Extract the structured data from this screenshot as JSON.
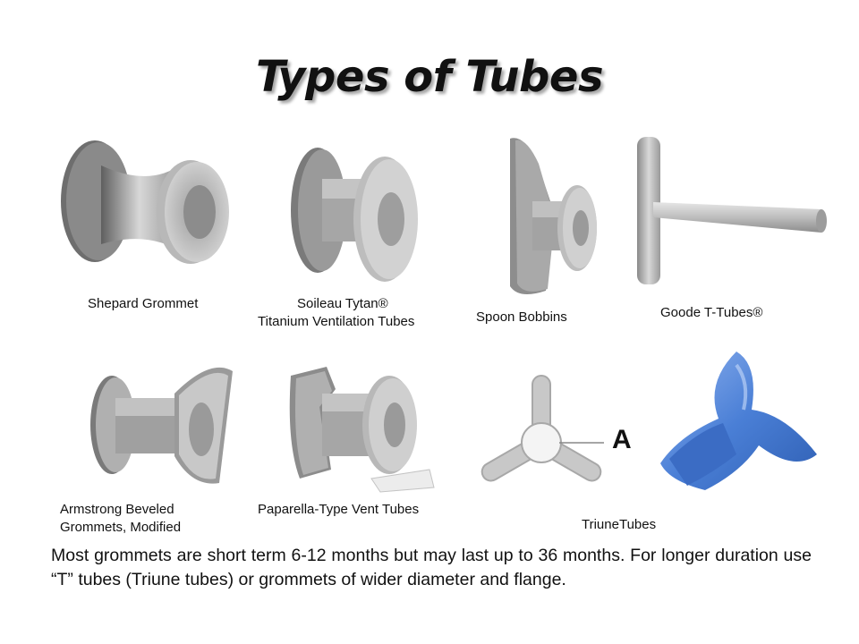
{
  "title": "Types of Tubes",
  "items": {
    "shepard": {
      "label": "Shepard Grommet"
    },
    "soileau": {
      "line1": "Soileau Tytan®",
      "line2": "Titanium Ventilation Tubes"
    },
    "spoon": {
      "label": "Spoon Bobbins"
    },
    "goode": {
      "label": "Goode T-Tubes®"
    },
    "armstrong": {
      "line1": "Armstrong Beveled",
      "line2": "Grommets, Modified"
    },
    "paparella": {
      "label": "Paparella-Type Vent Tubes"
    },
    "triune": {
      "label": "TriuneTubes",
      "marker": "A"
    }
  },
  "body_text": "Most grommets are short term 6-12 months but may last up to 36 months. For longer duration use “T” tubes (Triune tubes) or grommets of wider diameter and flange.",
  "colors": {
    "tube_gray": "#a9a9a9",
    "tube_blue": "#4a7fd6"
  }
}
